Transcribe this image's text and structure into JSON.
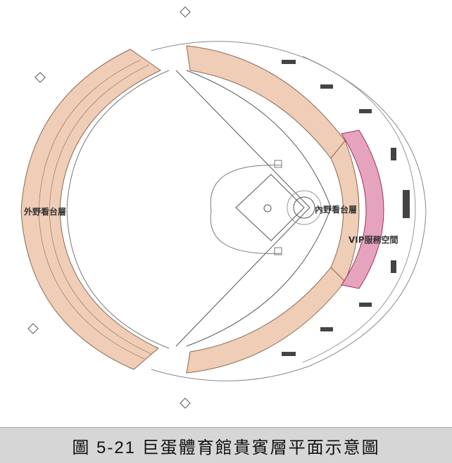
{
  "labels": {
    "outfield_stands": "外野看台層",
    "infield_stands": "內野看台層",
    "vip_space": "VIP服務空間"
  },
  "caption": "圖 5-21  巨蛋體育館貴賓層平面示意圖",
  "colors": {
    "stands": "#efcdb6",
    "vip": "#e6a3bd",
    "caption_bg": "#d6d6d6"
  }
}
